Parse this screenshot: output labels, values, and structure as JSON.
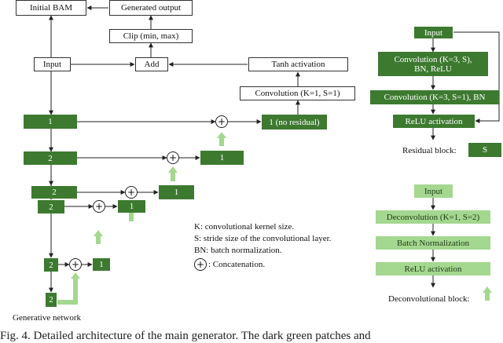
{
  "main": {
    "initial_bam": "Initial BAM",
    "generated_output": "Generated output",
    "clip": "Clip (min, max)",
    "input": "Input",
    "add": "Add",
    "tanh": "Tanh activation",
    "convolution": "Convolution (K=1, S=1)",
    "level1_left": "1",
    "no_residual": "1 (no residual)",
    "level2_left": "2",
    "level2_right": "1",
    "level3_left": "2",
    "level3_right": "1",
    "level4_left": "2",
    "level4_right": "1",
    "level5_left": "2",
    "level5_right": "1",
    "bottom_block": "2",
    "network_label": "Generative network"
  },
  "legend": {
    "k": "K: convolutional kernel size.",
    "s": "S: stride size of the convolutional layer.",
    "bn": "BN: batch normalization.",
    "concat_symbol": "+",
    "concat": ": Concatenation."
  },
  "residual": {
    "input": "Input",
    "conv1_line1": "Convolution (K=3, S),",
    "conv1_line2": "BN, ReLU",
    "conv2": "Convolution (K=3, S=1), BN",
    "relu": "ReLU activation",
    "label": "Residual block:",
    "swatch": "S"
  },
  "deconv": {
    "input": "Input",
    "deconvolution": "Deconvolution (K=1, S=2)",
    "batchnorm": "Batch Normalization",
    "relu": "ReLU activation",
    "label": "Deconvolutional block:"
  },
  "caption": "Fig. 4. Detailed architecture of the main generator. The dark green patches and",
  "colors": {
    "dark_green": "#3d7a30",
    "light_green": "#a4d78f"
  }
}
